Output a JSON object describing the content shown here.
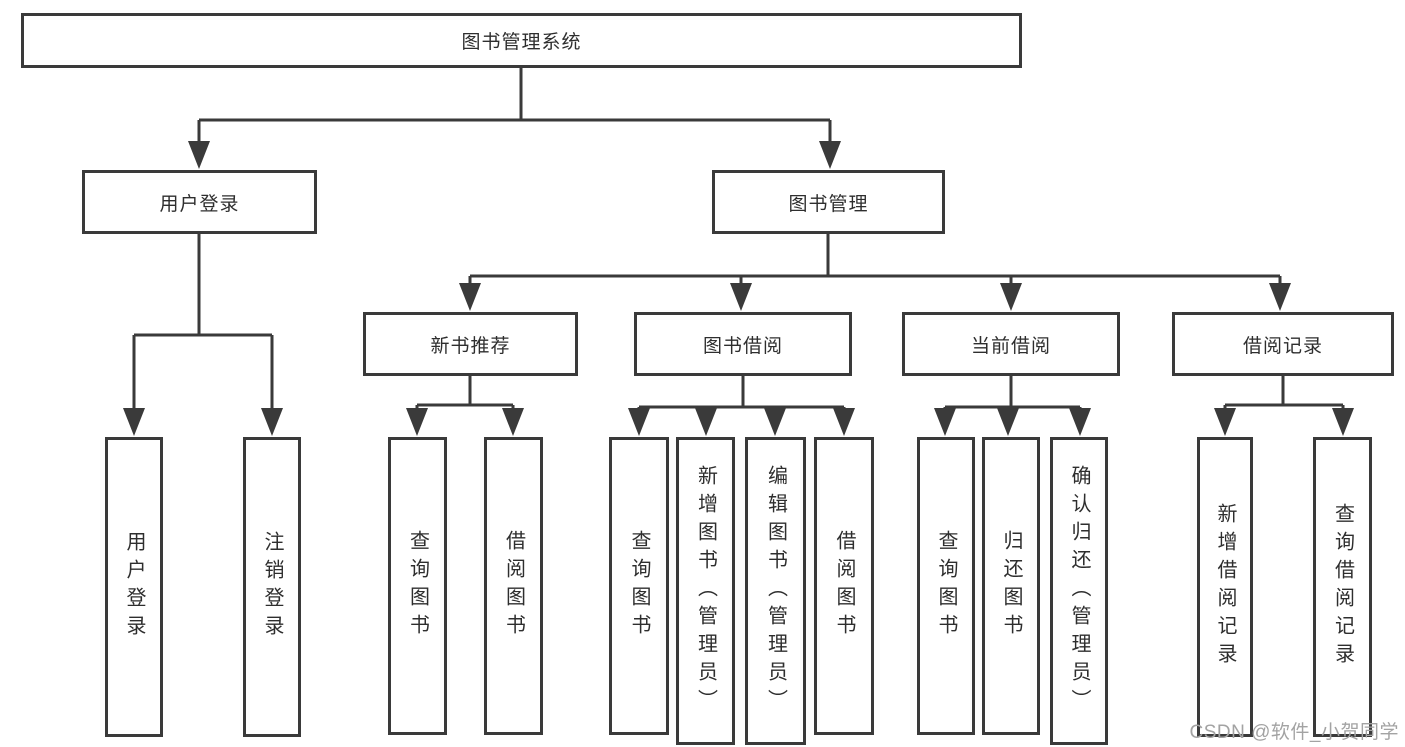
{
  "tree": {
    "label": "图书管理系统",
    "children": [
      {
        "label": "用户登录",
        "children": [
          {
            "label": "用户登录"
          },
          {
            "label": "注销登录"
          }
        ]
      },
      {
        "label": "图书管理",
        "children": [
          {
            "label": "新书推荐",
            "children": [
              {
                "label": "查询图书"
              },
              {
                "label": "借阅图书"
              }
            ]
          },
          {
            "label": "图书借阅",
            "children": [
              {
                "label": "查询图书"
              },
              {
                "label": "新增图书（管理员）"
              },
              {
                "label": "编辑图书（管理员）"
              },
              {
                "label": "借阅图书"
              }
            ]
          },
          {
            "label": "当前借阅",
            "children": [
              {
                "label": "查询图书"
              },
              {
                "label": "归还图书"
              },
              {
                "label": "确认归还（管理员）"
              }
            ]
          },
          {
            "label": "借阅记录",
            "children": [
              {
                "label": "新增借阅记录"
              },
              {
                "label": "查询借阅记录"
              }
            ]
          }
        ]
      }
    ]
  },
  "watermark": "CSDN @软件_小贺同学",
  "colors": {
    "line": "#3a3a3a",
    "text": "#2e2e2e",
    "watermark": "#a3a3a3",
    "background": "#ffffff"
  }
}
